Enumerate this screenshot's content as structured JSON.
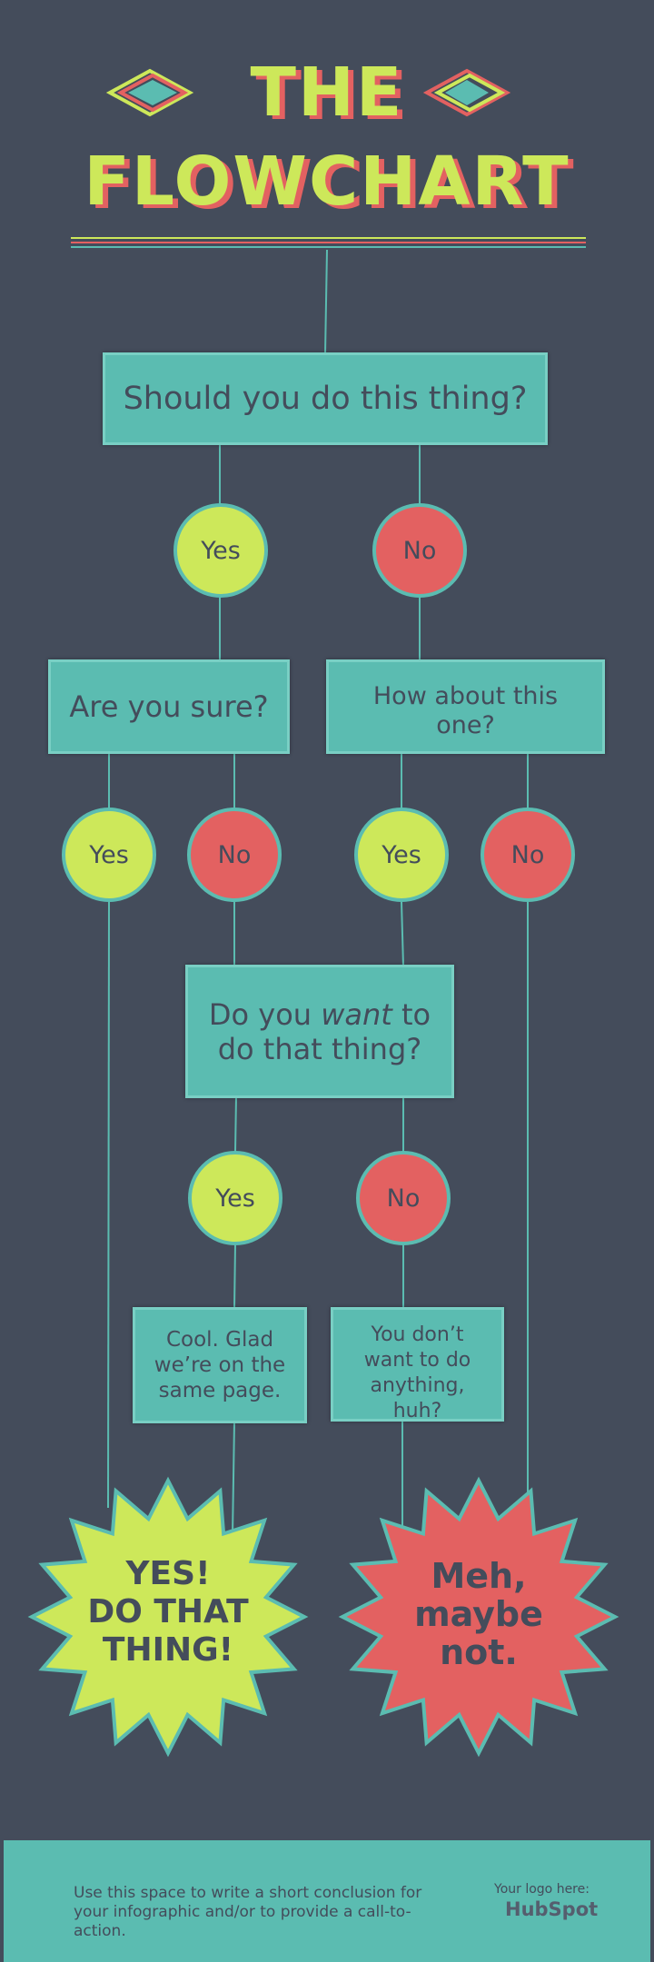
{
  "header": {
    "title_line1": "THE",
    "title_line2": "FLOWCHART"
  },
  "colors": {
    "background": "#444c5b",
    "teal": "#5bbcb1",
    "lime": "#cde85a",
    "coral": "#e36161",
    "text_dark": "#444c5b"
  },
  "flowchart": {
    "q1": "Should you do this thing?",
    "q1_yes": "Yes",
    "q1_no": "No",
    "q2a": "Are you sure?",
    "q2b": "How about this one?",
    "q2a_yes": "Yes",
    "q2a_no": "No",
    "q2b_yes": "Yes",
    "q2b_no": "No",
    "q3_before": "Do you ",
    "q3_emphasis": "want",
    "q3_after": " to do that thing?",
    "q3_yes": "Yes",
    "q3_no": "No",
    "r_yes": "Cool. Glad we’re on the same page.",
    "r_no": "You don’t want to do anything, huh?",
    "end_yes_line1": "YES!",
    "end_yes_line2": "DO THAT",
    "end_yes_line3": "THING!",
    "end_no_line1": "Meh,",
    "end_no_line2": "maybe",
    "end_no_line3": "not."
  },
  "footer": {
    "conclusion": "Use this space to write a short conclusion for your infographic and/or to provide a call-to-action.",
    "logo_caption": "Your logo here:",
    "logo_name": "HubSpot"
  }
}
